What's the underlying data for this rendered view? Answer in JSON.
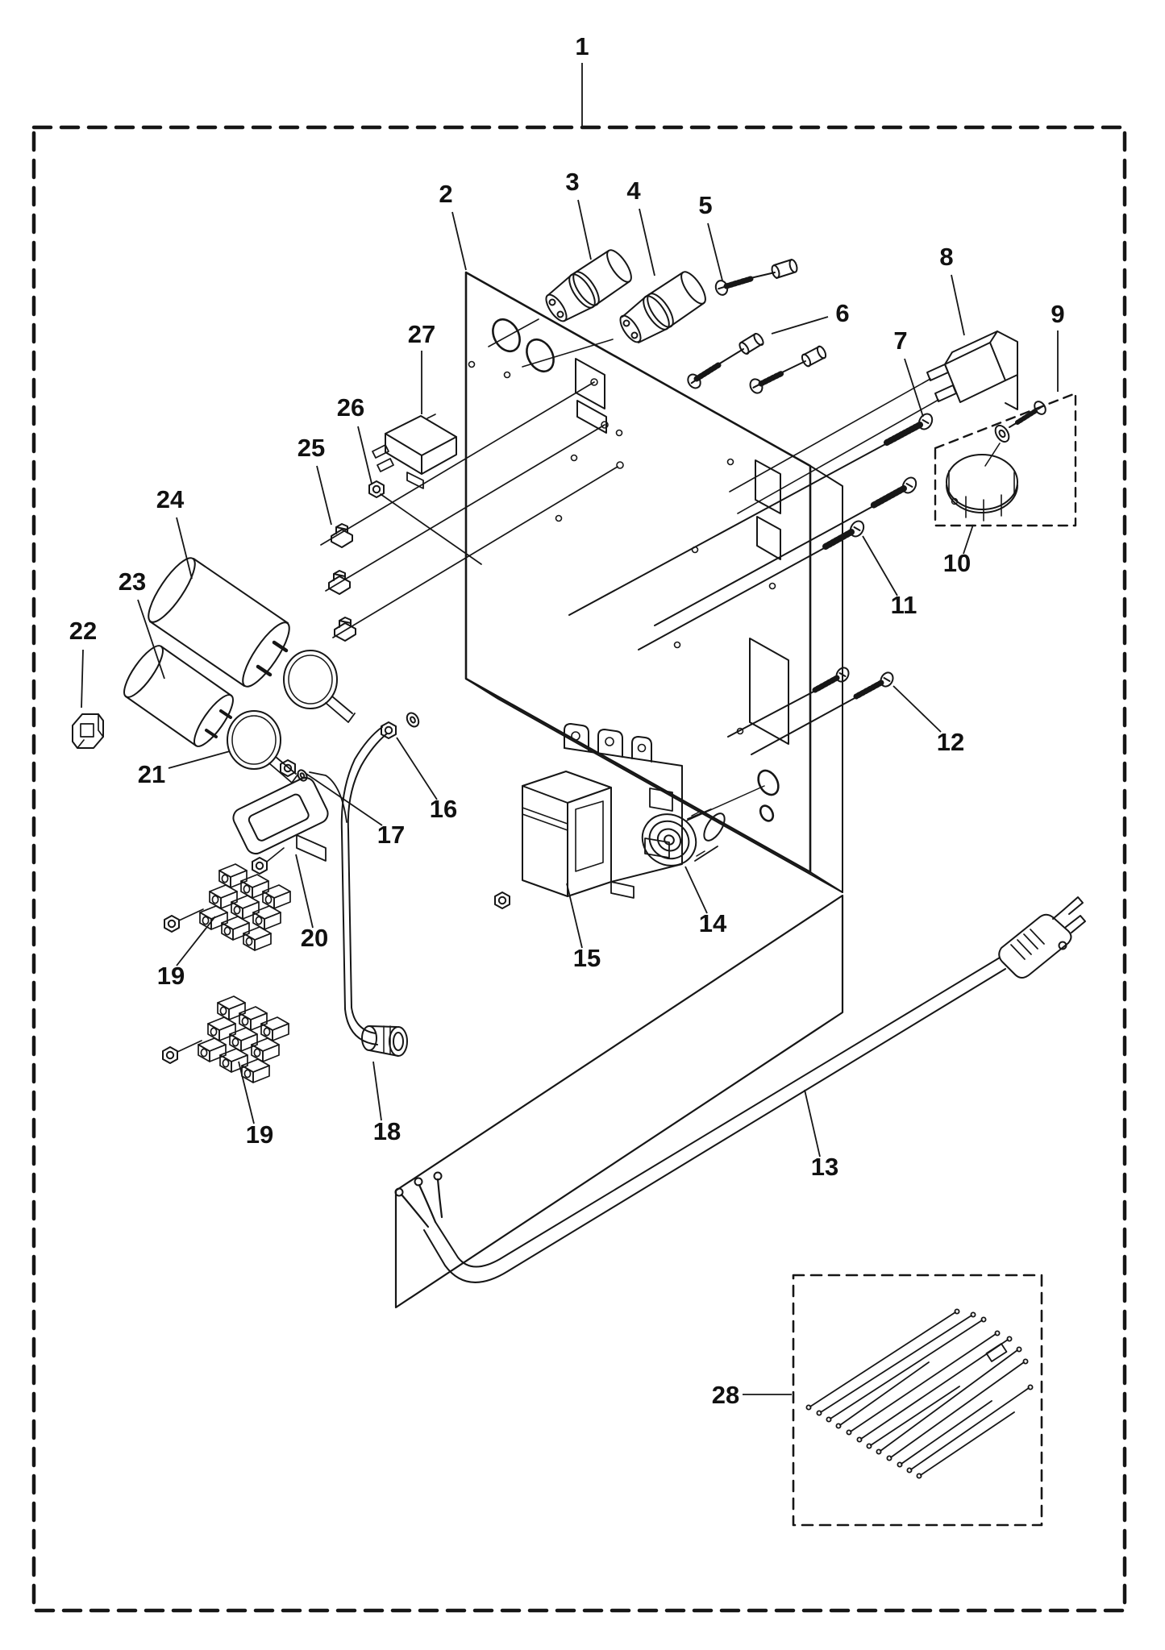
{
  "diagram": {
    "type": "exploded-parts-diagram",
    "line_color": "#161616",
    "background_color": "#ffffff",
    "callouts": [
      {
        "label": "1"
      },
      {
        "label": "2"
      },
      {
        "label": "3"
      },
      {
        "label": "4"
      },
      {
        "label": "5"
      },
      {
        "label": "6"
      },
      {
        "label": "7"
      },
      {
        "label": "8"
      },
      {
        "label": "9"
      },
      {
        "label": "10"
      },
      {
        "label": "11"
      },
      {
        "label": "12"
      },
      {
        "label": "13"
      },
      {
        "label": "14"
      },
      {
        "label": "15"
      },
      {
        "label": "16"
      },
      {
        "label": "17"
      },
      {
        "label": "18"
      },
      {
        "label": "19"
      },
      {
        "label": "20"
      },
      {
        "label": "21"
      },
      {
        "label": "22"
      },
      {
        "label": "23"
      },
      {
        "label": "24"
      },
      {
        "label": "25"
      },
      {
        "label": "26"
      },
      {
        "label": "27"
      },
      {
        "label": "28"
      },
      {
        "label": "19"
      }
    ]
  }
}
